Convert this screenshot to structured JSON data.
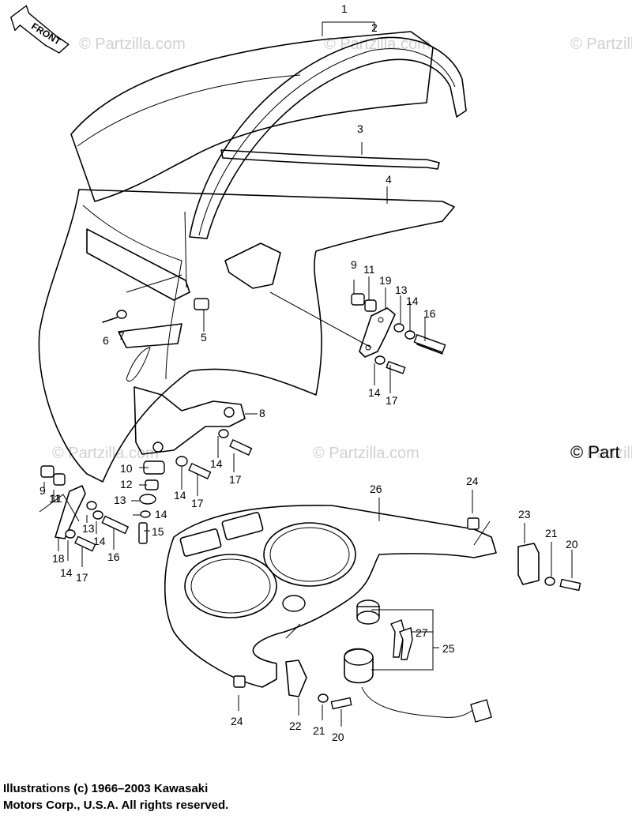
{
  "front_label": "FRONT",
  "watermarks": [
    "© Partzilla.com",
    "© Partzilla.com",
    "© Partzilla.com",
    "© Partzilla.com",
    "© Partzilla.com",
    "© Partzilla.com",
    "© Part"
  ],
  "callouts": [
    "1",
    "2",
    "3",
    "4",
    "5",
    "6",
    "7",
    "8",
    "9",
    "11",
    "19",
    "13",
    "14",
    "16",
    "14",
    "17",
    "9",
    "11",
    "10",
    "12",
    "13",
    "14",
    "14",
    "17",
    "14",
    "17",
    "15",
    "11",
    "13",
    "14",
    "16",
    "18",
    "14",
    "17",
    "26",
    "24",
    "23",
    "21",
    "20",
    "27",
    "25",
    "24",
    "22",
    "21",
    "20"
  ],
  "footer": {
    "line1": "Illustrations (c) 1966–2003 Kawasaki",
    "line2": "Motors Corp., U.S.A.  All rights reserved."
  }
}
